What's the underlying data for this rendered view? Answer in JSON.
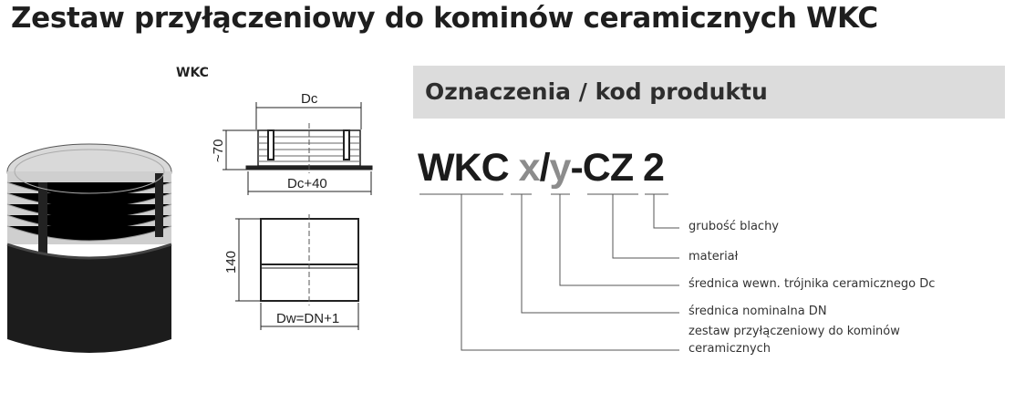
{
  "title": "Zestaw przyłączeniowy do kominów ceramicznych WKC",
  "product_label": "WKC",
  "drawing": {
    "dc": "Dc",
    "height_top": "~70",
    "dc40": "Dc+40",
    "height_bottom": "140",
    "dw": "Dw=DN+1"
  },
  "designation": {
    "header": "Oznaczenia / kod produktu",
    "code": {
      "p1": "WKC",
      "p2": "x",
      "p3": "/",
      "p4": "y",
      "p5": "-CZ",
      "p6": "2"
    },
    "legend": [
      "grubość blachy",
      "materiał",
      "średnica wewn. trójnika ceramicznego Dc",
      "średnica nominalna DN",
      "zestaw przyłączeniowy do kominów",
      "ceramicznych"
    ]
  },
  "colors": {
    "header_bg": "#dcdcdc",
    "code_variable": "#8c8c8c"
  }
}
